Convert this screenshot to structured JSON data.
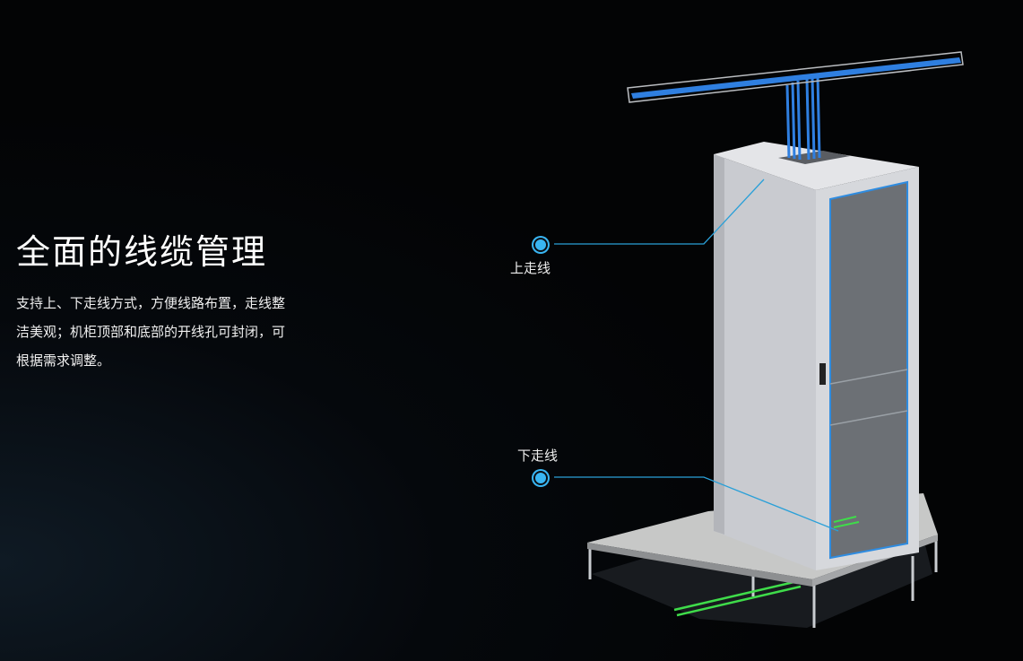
{
  "heading": "全面的线缆管理",
  "description": "支持上、下走线方式，方便线路布置，走线整洁美观；机柜顶部和底部的开线孔可封闭，可根据需求调整。",
  "callouts": {
    "top": "上走线",
    "bottom": "下走线"
  },
  "colors": {
    "accent": "#39b6f3",
    "cable_blue": "#2f7fe0",
    "cable_green": "#3fdc4a",
    "background": "#05080c"
  }
}
